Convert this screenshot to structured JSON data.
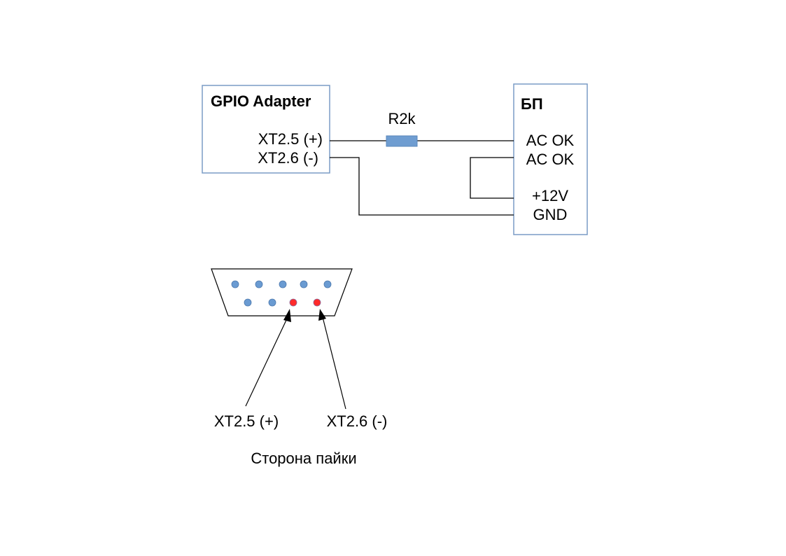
{
  "gpio_adapter": {
    "title": "GPIO Adapter",
    "pins": [
      "XT2.5 (+)",
      "XT2.6 (-)"
    ]
  },
  "resistor": {
    "label": "R2k"
  },
  "power_supply": {
    "title": "БП",
    "pins": [
      "AC OK",
      "AC OK",
      "+12V",
      "GND"
    ]
  },
  "connector": {
    "top_row_pins": 5,
    "bottom_row_pins": 4,
    "highlighted_pins": [
      3,
      4
    ],
    "pin_color": "#6a9bd2",
    "highlight_color": "#ff2a2a",
    "callouts": [
      "XT2.5 (+)",
      "XT2.6 (-)"
    ],
    "caption": "Сторона пайки"
  },
  "colors": {
    "box_border": "#7a9cc6",
    "wire": "#000000",
    "resistor_fill": "#6f9dd1"
  }
}
